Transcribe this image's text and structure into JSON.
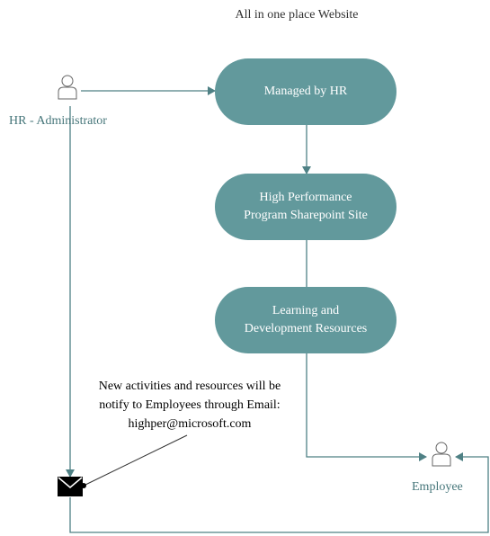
{
  "diagram": {
    "title": "All in one place Website",
    "actors": {
      "hr_admin": {
        "label": "HR - Administrator",
        "icon": "person-icon"
      },
      "employee": {
        "label": "Employee",
        "icon": "person-icon"
      }
    },
    "nodes": {
      "managed_by_hr": {
        "lines": [
          "Managed by HR"
        ]
      },
      "sharepoint_site": {
        "lines": [
          "High Performance",
          "Program Sharepoint Site"
        ]
      },
      "learning_resources": {
        "lines": [
          "Learning and",
          "Development Resources"
        ]
      }
    },
    "note": {
      "lines": [
        "New activities and resources will be",
        "notify to Employees through Email:",
        "highper@microsoft.com"
      ]
    },
    "email_icon": "envelope-icon",
    "colors": {
      "node_fill": "#62999c",
      "connector": "#4f8185",
      "actor_label": "#46767a"
    }
  }
}
